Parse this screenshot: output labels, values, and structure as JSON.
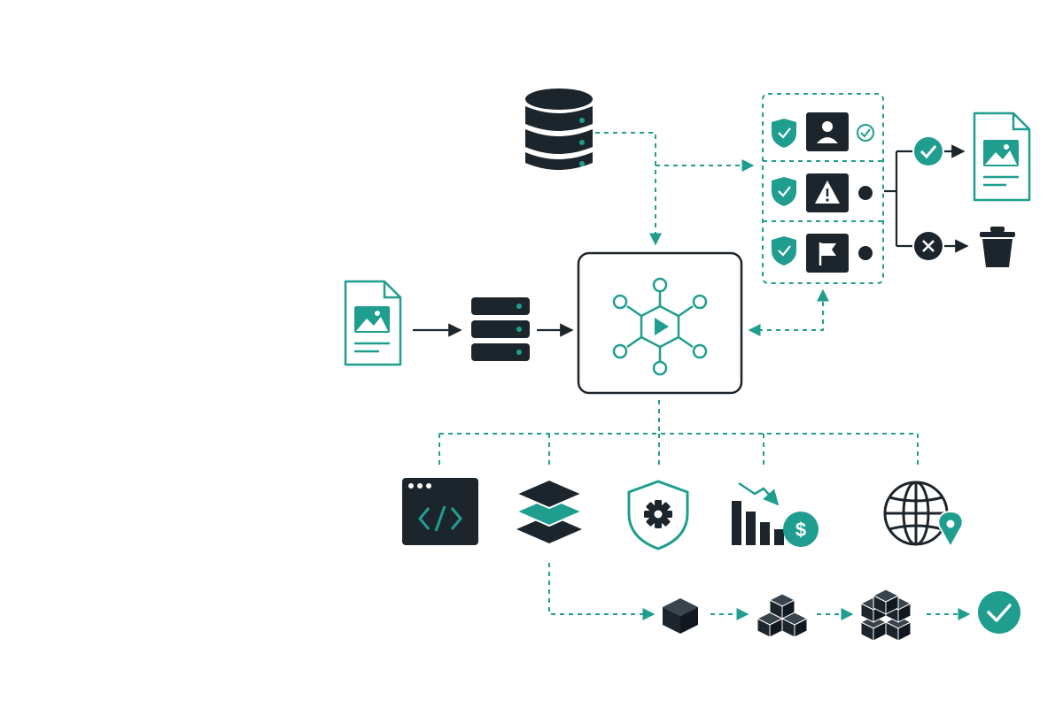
{
  "colors": {
    "accent": "#1f9e8f",
    "dark": "#1d252c",
    "background": "#ffffff"
  },
  "nodes": {
    "input_document": {
      "icon": "image-document-icon"
    },
    "ingest_server": {
      "icon": "server-stack-icon"
    },
    "database": {
      "icon": "database-icon"
    },
    "processing_hub": {
      "icon": "network-hub-icon"
    },
    "review_panel": {
      "rows": [
        {
          "icon": "person-icon",
          "status": "check"
        },
        {
          "icon": "warning-icon",
          "status": "dot"
        },
        {
          "icon": "flag-icon",
          "status": "dot"
        }
      ]
    },
    "approved_path": {
      "marker": "check-circle-icon",
      "result": "image-document-icon"
    },
    "rejected_path": {
      "marker": "x-circle-icon",
      "result": "trash-icon"
    },
    "outputs": [
      {
        "icon": "code-window-icon"
      },
      {
        "icon": "layers-icon"
      },
      {
        "icon": "shield-gear-icon"
      },
      {
        "icon": "cost-down-chart-icon"
      },
      {
        "icon": "globe-location-icon"
      }
    ],
    "build_steps": [
      {
        "icon": "single-cube-icon"
      },
      {
        "icon": "three-cubes-icon"
      },
      {
        "icon": "cube-stack-icon"
      },
      {
        "icon": "done-check-icon"
      }
    ]
  }
}
